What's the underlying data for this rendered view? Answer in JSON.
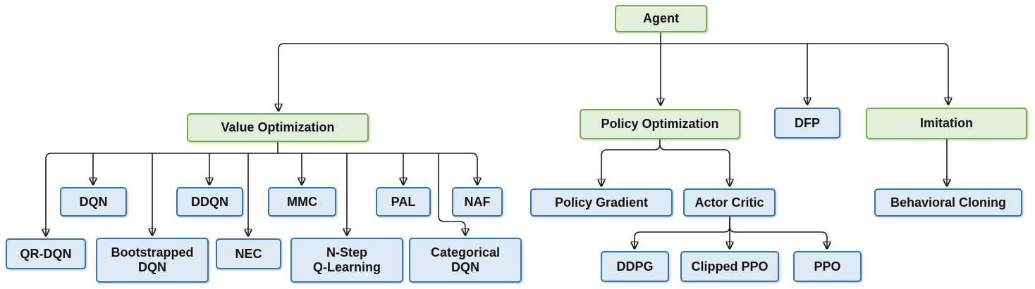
{
  "diagram": {
    "type": "hierarchy-tree",
    "root": "agent"
  },
  "colors": {
    "category_fill": "#E3EFDA",
    "category_border": "#70AD47",
    "algorithm_fill": "#DEEBF7",
    "algorithm_border": "#2E75B6",
    "connector": "#1a1a1a",
    "text": "#111111",
    "background": "#ffffff"
  },
  "nodes": {
    "agent": {
      "label": "Agent",
      "type": "category"
    },
    "value_optimization": {
      "label": "Value Optimization",
      "type": "category"
    },
    "policy_optimization": {
      "label": "Policy Optimization",
      "type": "category"
    },
    "dfp": {
      "label": "DFP",
      "type": "algorithm"
    },
    "imitation": {
      "label": "Imitation",
      "type": "category"
    },
    "dqn": {
      "label": "DQN",
      "type": "algorithm"
    },
    "ddqn": {
      "label": "DDQN",
      "type": "algorithm"
    },
    "mmc": {
      "label": "MMC",
      "type": "algorithm"
    },
    "pal": {
      "label": "PAL",
      "type": "algorithm"
    },
    "naf": {
      "label": "NAF",
      "type": "algorithm"
    },
    "qr_dqn": {
      "label": "QR-DQN",
      "type": "algorithm"
    },
    "bootstrapped_dqn": {
      "label": "Bootstrapped\nDQN",
      "type": "algorithm"
    },
    "nec": {
      "label": "NEC",
      "type": "algorithm"
    },
    "n_step_q_learning": {
      "label": "N-Step\nQ-Learning",
      "type": "algorithm"
    },
    "categorical_dqn": {
      "label": "Categorical\nDQN",
      "type": "algorithm"
    },
    "policy_gradient": {
      "label": "Policy Gradient",
      "type": "algorithm"
    },
    "actor_critic": {
      "label": "Actor Critic",
      "type": "algorithm"
    },
    "ddpg": {
      "label": "DDPG",
      "type": "algorithm"
    },
    "clipped_ppo": {
      "label": "Clipped PPO",
      "type": "algorithm"
    },
    "ppo": {
      "label": "PPO",
      "type": "algorithm"
    },
    "behavioral_cloning": {
      "label": "Behavioral Cloning",
      "type": "algorithm"
    }
  },
  "edges": [
    {
      "from": "agent",
      "to": "value_optimization"
    },
    {
      "from": "agent",
      "to": "policy_optimization"
    },
    {
      "from": "agent",
      "to": "dfp"
    },
    {
      "from": "agent",
      "to": "imitation"
    },
    {
      "from": "value_optimization",
      "to": "dqn"
    },
    {
      "from": "value_optimization",
      "to": "ddqn"
    },
    {
      "from": "value_optimization",
      "to": "mmc"
    },
    {
      "from": "value_optimization",
      "to": "pal"
    },
    {
      "from": "value_optimization",
      "to": "naf"
    },
    {
      "from": "value_optimization",
      "to": "qr_dqn"
    },
    {
      "from": "value_optimization",
      "to": "bootstrapped_dqn"
    },
    {
      "from": "value_optimization",
      "to": "nec"
    },
    {
      "from": "value_optimization",
      "to": "n_step_q_learning"
    },
    {
      "from": "value_optimization",
      "to": "categorical_dqn"
    },
    {
      "from": "policy_optimization",
      "to": "policy_gradient"
    },
    {
      "from": "policy_optimization",
      "to": "actor_critic"
    },
    {
      "from": "actor_critic",
      "to": "ddpg"
    },
    {
      "from": "actor_critic",
      "to": "clipped_ppo"
    },
    {
      "from": "actor_critic",
      "to": "ppo"
    },
    {
      "from": "imitation",
      "to": "behavioral_cloning"
    }
  ]
}
